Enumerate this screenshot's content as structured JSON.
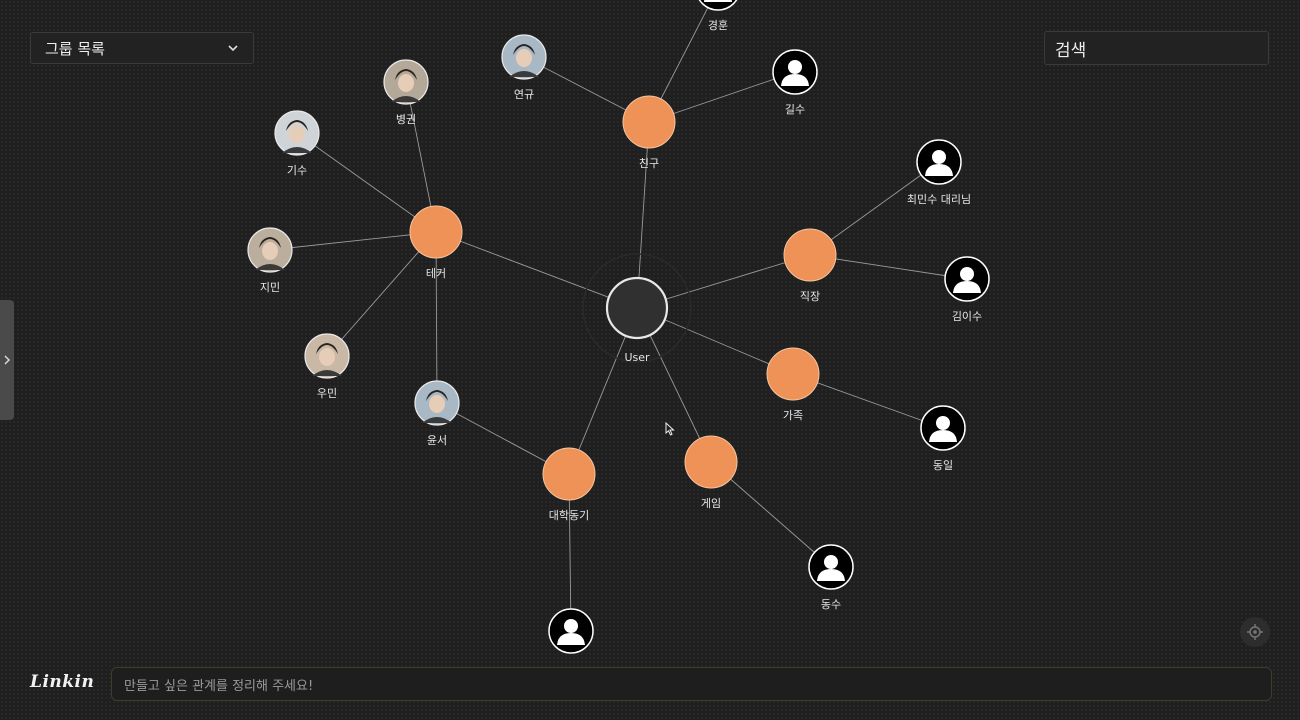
{
  "group_select": {
    "label": "그룹 목록"
  },
  "search": {
    "placeholder": "검색"
  },
  "chat": {
    "placeholder": "만들고 싶은 관계를 정리해 주세요!"
  },
  "logo": {
    "text": "Linkin"
  },
  "colors": {
    "background": "#1f1f1f",
    "group_node": "#ee9257",
    "edge": "#9a9a9a",
    "center_node": "#303030"
  },
  "graph": {
    "center": {
      "id": "user",
      "label": "User"
    },
    "groups": [
      {
        "id": "friend",
        "label": "친구"
      },
      {
        "id": "tekker",
        "label": "테커"
      },
      {
        "id": "work",
        "label": "직장"
      },
      {
        "id": "family",
        "label": "가족"
      },
      {
        "id": "game",
        "label": "게임"
      },
      {
        "id": "college",
        "label": "대학동기"
      }
    ],
    "people": [
      {
        "id": "gyeonghun",
        "label": "경훈",
        "group": "friend",
        "avatar": "default"
      },
      {
        "id": "yeongyu",
        "label": "연규",
        "group": "friend",
        "avatar": "photo"
      },
      {
        "id": "gilsu",
        "label": "길수",
        "group": "friend",
        "avatar": "default"
      },
      {
        "id": "byeonggwon",
        "label": "병권",
        "group": "tekker",
        "avatar": "photo"
      },
      {
        "id": "gisu",
        "label": "기수",
        "group": "tekker",
        "avatar": "photo"
      },
      {
        "id": "jimin",
        "label": "지민",
        "group": "tekker",
        "avatar": "photo"
      },
      {
        "id": "umin",
        "label": "우민",
        "group": "tekker",
        "avatar": "photo"
      },
      {
        "id": "yunseo",
        "label": "윤서",
        "group": "tekker",
        "avatar": "photo"
      },
      {
        "id": "choiminsu",
        "label": "최민수 대리님",
        "group": "work",
        "avatar": "default"
      },
      {
        "id": "kimisu",
        "label": "김이수",
        "group": "work",
        "avatar": "default"
      },
      {
        "id": "dongil",
        "label": "동일",
        "group": "family",
        "avatar": "default"
      },
      {
        "id": "dongsu",
        "label": "동수",
        "group": "game",
        "avatar": "default"
      },
      {
        "id": "college_member",
        "label": "",
        "group": "college",
        "avatar": "default"
      }
    ],
    "extra_edges": [
      {
        "from": "yunseo",
        "to": "college"
      }
    ]
  }
}
